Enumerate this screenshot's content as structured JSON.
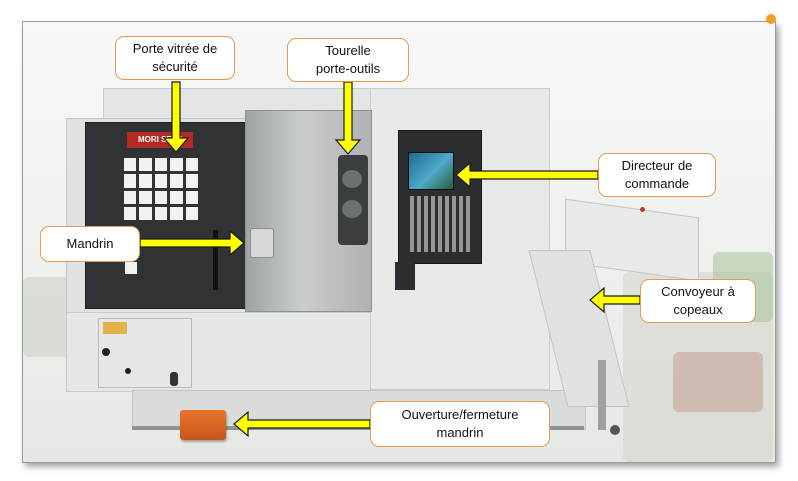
{
  "labels": {
    "porte_vitree": "Porte vitrée de\nsécurité",
    "tourelle": "Tourelle\nporte-outils",
    "directeur": "Directeur de\ncommande",
    "mandrin": "Mandrin",
    "convoyeur": "Convoyeur à\ncopeaux",
    "ouverture": "Ouverture/fermeture\nmandrin"
  },
  "machine": {
    "logo_text": "MORI SEIKI"
  },
  "colors": {
    "arrow": "#ffff00",
    "label_border": "#e39a52",
    "machine_body": "#dcdfdd",
    "dark_panel": "#2f3335",
    "pedal": "#d4631f"
  },
  "icons": [
    "arrow-icon",
    "foot-pedal-icon",
    "control-screen-icon"
  ]
}
